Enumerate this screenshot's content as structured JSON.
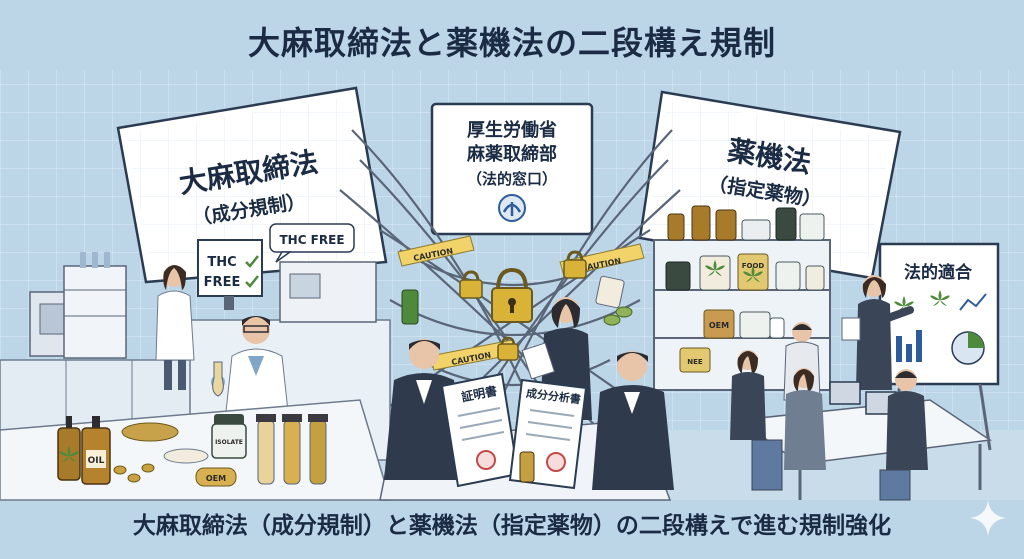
{
  "title": "大麻取締法と薬機法の二段構え規制",
  "caption": "大麻取締法（成分規制）と薬機法（指定薬物）の二段構えで進む規制強化",
  "left_board": {
    "line1": "大麻取締法",
    "line2": "（成分規制）"
  },
  "center_board": {
    "line1": "厚生労働省",
    "line2": "麻薬取締部",
    "line3": "（法的窓口）"
  },
  "right_board": {
    "line1": "薬機法",
    "line2": "（指定薬物）"
  },
  "whiteboard": {
    "title": "法的適合"
  },
  "monitor": {
    "line1": "THC",
    "line2": "FREE"
  },
  "speech_bubble": "THC FREE",
  "tape_label": "CAUTION",
  "documents": {
    "left": "証明書",
    "right": "成分分析書"
  },
  "labels": {
    "oil": "OIL",
    "isolate": "ISOLATE",
    "oem": "OEM",
    "oem_right": "OEM",
    "food": "FOOD",
    "nee": "NEE"
  },
  "colors": {
    "background": "#bcd6e8",
    "ink": "#1b2b44",
    "tape": "#f1d36a",
    "lock": "#d9b238",
    "cannabis": "#4f8a3c"
  }
}
